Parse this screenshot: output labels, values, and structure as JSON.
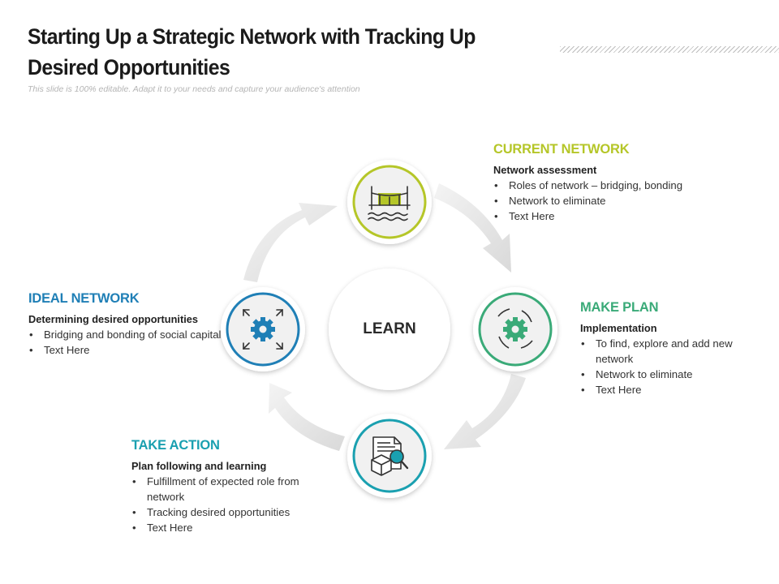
{
  "title": "Starting Up a Strategic Network with Tracking Up Desired Opportunities",
  "subtitle": "This slide is 100% editable. Adapt it to your needs and capture your audience's attention",
  "center": {
    "label": "LEARN"
  },
  "colors": {
    "current": "#b5c628",
    "plan": "#3aaa78",
    "ideal": "#1f7fb6",
    "action": "#1aa0b0",
    "arrow": "#e4e4e4"
  },
  "steps": {
    "current": {
      "heading": "CURRENT NETWORK",
      "sub": "Network assessment",
      "bullets": [
        "Roles of network – bridging, bonding",
        "Network to eliminate",
        "Text Here"
      ],
      "icon": "bridge-icon"
    },
    "plan": {
      "heading": "MAKE PLAN",
      "sub": "Implementation",
      "bullets": [
        "To find, explore and add new network",
        "Network to eliminate",
        "Text Here"
      ],
      "icon": "gear-cycle-icon"
    },
    "ideal": {
      "heading": "IDEAL NETWORK",
      "sub": "Determining desired opportunities",
      "bullets": [
        "Bridging and bonding of social capital",
        "Text Here"
      ],
      "icon": "gear-expand-icon"
    },
    "action": {
      "heading": "TAKE ACTION",
      "sub": "Plan following and learning",
      "bullets": [
        "Fulfillment of expected role from network",
        "Tracking desired opportunities",
        "Text Here"
      ],
      "icon": "document-search-icon"
    }
  }
}
